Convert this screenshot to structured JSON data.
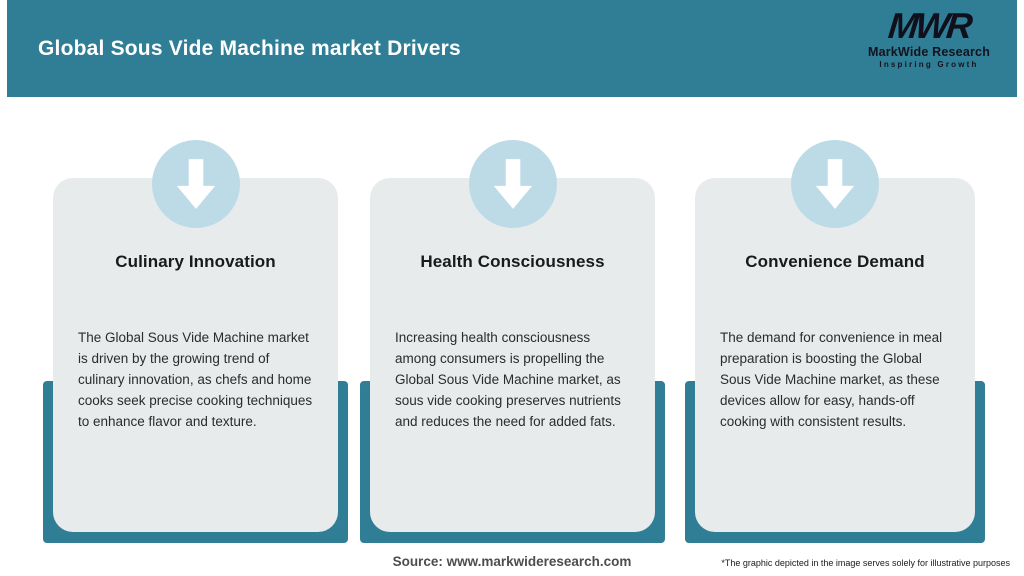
{
  "header": {
    "title": "Global Sous Vide Machine market Drivers",
    "logo": {
      "acronym": "MWR",
      "name": "MarkWide Research",
      "tagline": "Inspiring Growth"
    }
  },
  "cards": [
    {
      "icon": "down-arrow-icon",
      "title": "Culinary Innovation",
      "description": "The Global Sous Vide Machine market is driven by the growing trend of culinary innovation, as chefs and home cooks seek precise cooking techniques to enhance flavor and texture."
    },
    {
      "icon": "down-arrow-icon",
      "title": "Health Consciousness",
      "description": "Increasing health consciousness among consumers is propelling the Global Sous Vide Machine market, as sous vide cooking preserves nutrients and reduces the need for added fats."
    },
    {
      "icon": "down-arrow-icon",
      "title": "Convenience Demand",
      "description": "The demand for convenience in meal preparation is boosting the Global Sous Vide Machine market, as these devices allow for easy, hands-off cooking with consistent results."
    }
  ],
  "footer": {
    "source": "Source: www.markwideresearch.com",
    "disclaimer": "*The graphic depicted in the image serves solely for illustrative purposes"
  },
  "colors": {
    "teal": "#2f7e96",
    "card_background": "#e8ebec",
    "icon_circle_blue": "#bddbe7",
    "title_text": "#ffffff",
    "logo_text": "#10101c"
  }
}
